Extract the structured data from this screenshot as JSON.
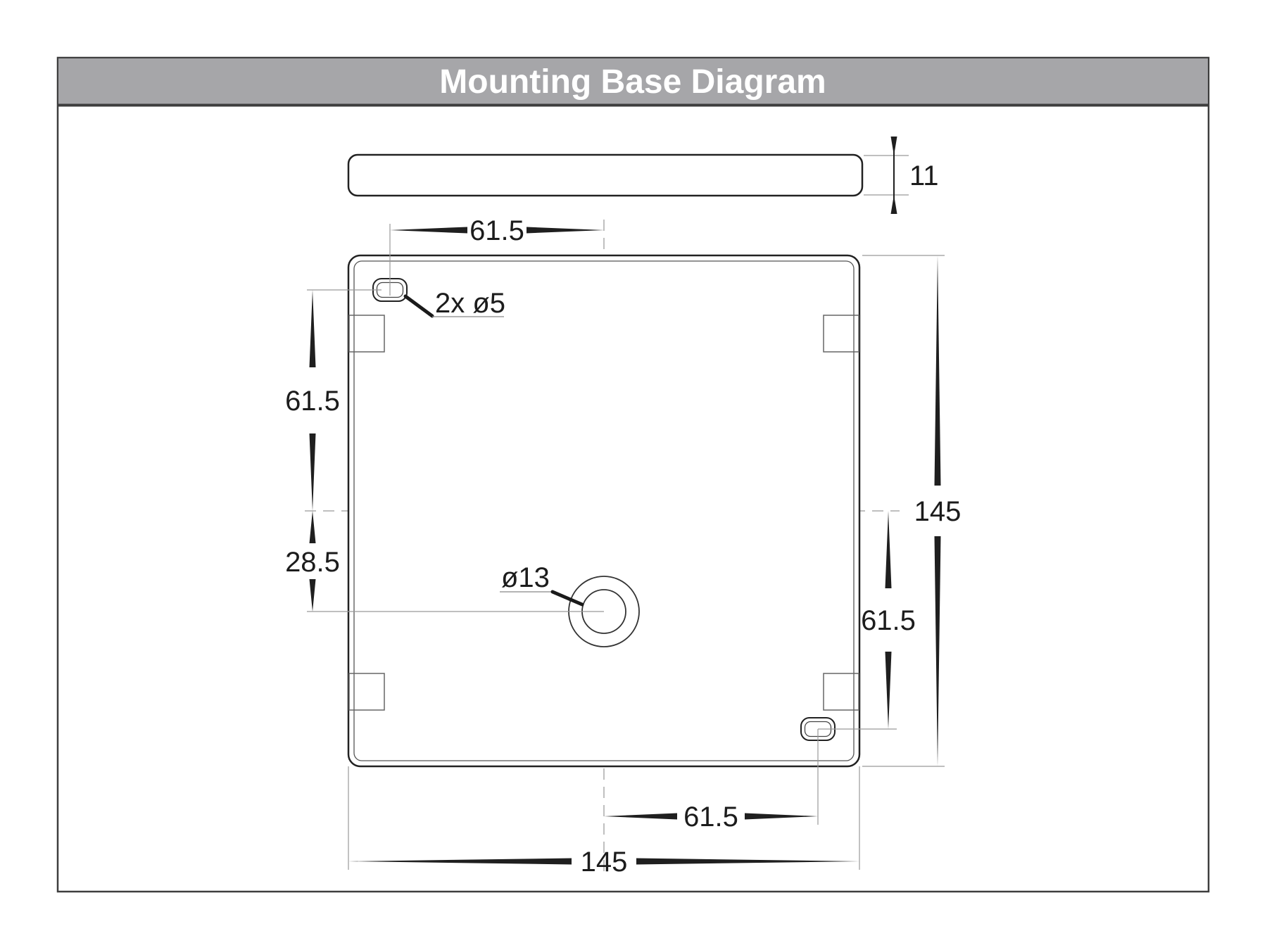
{
  "header": {
    "title": "Mounting Base Diagram"
  },
  "diagram": {
    "view_side": {
      "thickness": "11"
    },
    "view_top": {
      "overall_width": "145",
      "overall_height": "145",
      "top_slot_offset": "61.5",
      "left_slot_offset": "61.5",
      "center_hole_offset": "28.5",
      "right_slot_offset": "61.5",
      "bottom_slot_offset": "61.5",
      "slot_note": "2x ø5",
      "hole_note": "ø13"
    }
  },
  "colors": {
    "header_fill": "#a6a6a9",
    "frame_border": "#3e3e3e",
    "line_main": "#222222",
    "line_secondary": "#666666",
    "line_extension": "#999999",
    "line_centerline": "#aaaaaa",
    "dimension_text": "#1c1c1c",
    "title_text": "#ffffff"
  }
}
